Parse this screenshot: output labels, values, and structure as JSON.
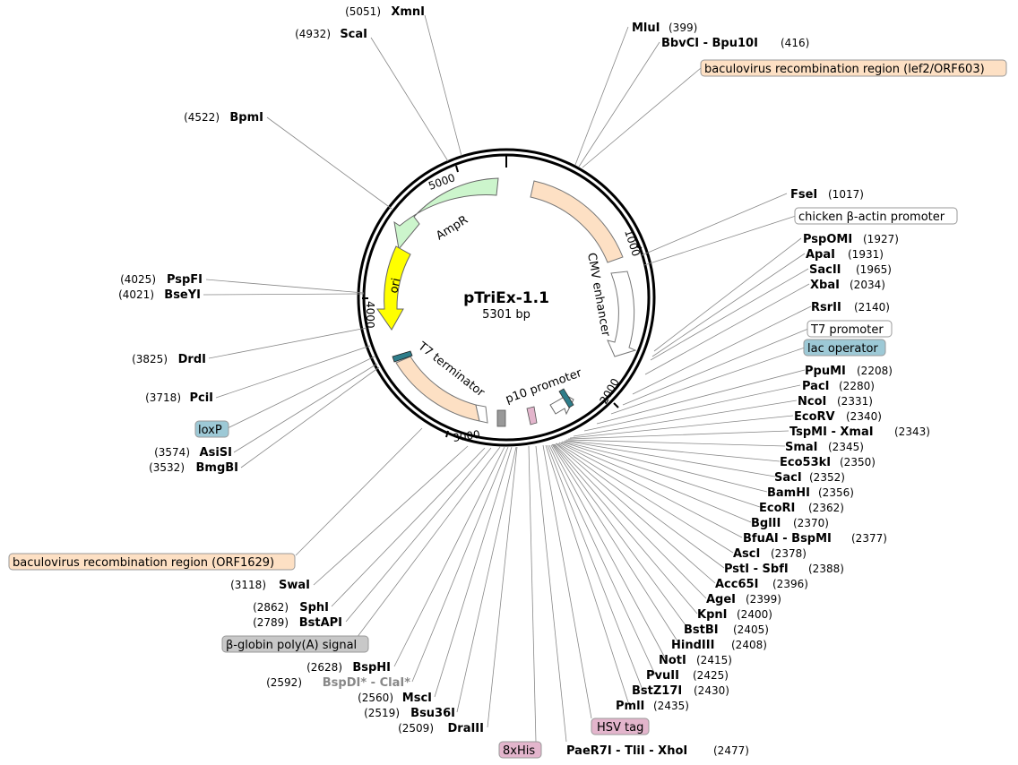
{
  "plasmid": {
    "name": "pTriEx-1.1",
    "length": "5301 bp"
  },
  "ticks": [
    "1000",
    "2000",
    "3000",
    "4000",
    "5000"
  ],
  "features": {
    "ampr": "AmpR",
    "ori": "ori",
    "cmv": "CMV enhancer",
    "t7term": "T7 terminator",
    "p10": "p10 promoter"
  },
  "enzymes": {
    "xmni": {
      "pos": "(5051)",
      "name": "XmnI"
    },
    "scai": {
      "pos": "(4932)",
      "name": "ScaI"
    },
    "bpmi": {
      "pos": "(4522)",
      "name": "BpmI"
    },
    "pspfi": {
      "pos": "(4025)",
      "name": "PspFI"
    },
    "bseyi": {
      "pos": "(4021)",
      "name": "BseYI"
    },
    "drdi": {
      "pos": "(3825)",
      "name": "DrdI"
    },
    "pcii": {
      "pos": "(3718)",
      "name": "PciI"
    },
    "asisi": {
      "pos": "(3574)",
      "name": "AsiSI"
    },
    "bmgbi": {
      "pos": "(3532)",
      "name": "BmgBI"
    },
    "swai": {
      "pos": "(3118)",
      "name": "SwaI"
    },
    "sphi": {
      "pos": "(2862)",
      "name": "SphI"
    },
    "bstapi": {
      "pos": "(2789)",
      "name": "BstAPI"
    },
    "bsphi": {
      "pos": "(2628)",
      "name": "BspHI"
    },
    "bspdi": {
      "pos": "(2592)",
      "name": "BspDI* - ClaI*"
    },
    "msci": {
      "pos": "(2560)",
      "name": "MscI"
    },
    "bsu36i": {
      "pos": "(2519)",
      "name": "Bsu36I"
    },
    "draiii": {
      "pos": "(2509)",
      "name": "DraIII"
    },
    "mlui": {
      "name": "MluI",
      "pos": "(399)"
    },
    "bbvci": {
      "name": "BbvCI - Bpu10I",
      "pos": "(416)"
    },
    "fsei": {
      "name": "FseI",
      "pos": "(1017)"
    },
    "pspomi": {
      "name": "PspOMI",
      "pos": "(1927)"
    },
    "apai": {
      "name": "ApaI",
      "pos": "(1931)"
    },
    "sacii": {
      "name": "SacII",
      "pos": "(1965)"
    },
    "xbai": {
      "name": "XbaI",
      "pos": "(2034)"
    },
    "rsrii": {
      "name": "RsrII",
      "pos": "(2140)"
    },
    "ppumi": {
      "name": "PpuMI",
      "pos": "(2208)"
    },
    "paci": {
      "name": "PacI",
      "pos": "(2280)"
    },
    "ncoi": {
      "name": "NcoI",
      "pos": "(2331)"
    },
    "ecorv": {
      "name": "EcoRV",
      "pos": "(2340)"
    },
    "tspmi": {
      "name": "TspMI - XmaI",
      "pos": "(2343)"
    },
    "smai": {
      "name": "SmaI",
      "pos": "(2345)"
    },
    "eco53ki": {
      "name": "Eco53kI",
      "pos": "(2350)"
    },
    "saci": {
      "name": "SacI",
      "pos": "(2352)"
    },
    "bamhi": {
      "name": "BamHI",
      "pos": "(2356)"
    },
    "ecori": {
      "name": "EcoRI",
      "pos": "(2362)"
    },
    "bglii": {
      "name": "BglII",
      "pos": "(2370)"
    },
    "bfuai": {
      "name": "BfuAI - BspMI",
      "pos": "(2377)"
    },
    "asci": {
      "name": "AscI",
      "pos": "(2378)"
    },
    "psti": {
      "name": "PstI - SbfI",
      "pos": "(2388)"
    },
    "acc65i": {
      "name": "Acc65I",
      "pos": "(2396)"
    },
    "agei": {
      "name": "AgeI",
      "pos": "(2399)"
    },
    "kpni": {
      "name": "KpnI",
      "pos": "(2400)"
    },
    "bstbi": {
      "name": "BstBI",
      "pos": "(2405)"
    },
    "hindiii": {
      "name": "HindIII",
      "pos": "(2408)"
    },
    "noti": {
      "name": "NotI",
      "pos": "(2415)"
    },
    "pvuii": {
      "name": "PvuII",
      "pos": "(2425)"
    },
    "bstz17i": {
      "name": "BstZ17I",
      "pos": "(2430)"
    },
    "pmli": {
      "name": "PmlI",
      "pos": "(2435)"
    },
    "paer7i": {
      "name": "PaeR7I - TliI - XhoI",
      "pos": "(2477)"
    }
  },
  "boxes": {
    "baculo_top": "baculovirus recombination region (lef2/ORF603)",
    "chicken": "chicken β-actin promoter",
    "t7prom": "T7 promoter",
    "lacop": "lac operator",
    "loxp": "loxP",
    "baculo_bottom": "baculovirus recombination region (ORF1629)",
    "globin": "β-globin poly(A) signal",
    "hsv": "HSV tag",
    "his": "8xHis"
  },
  "colors": {
    "ampr": "#ccf5cc",
    "ori": "#ffff00",
    "cmv": "#fde0c4",
    "t7term": "#fde0c4",
    "baculo_box": "#fde0c4",
    "lac_box": "#9dc9d6",
    "loxp_box": "#9dc9d6",
    "globin_box": "#c8c8c8",
    "tag_box": "#e3b5cc"
  }
}
